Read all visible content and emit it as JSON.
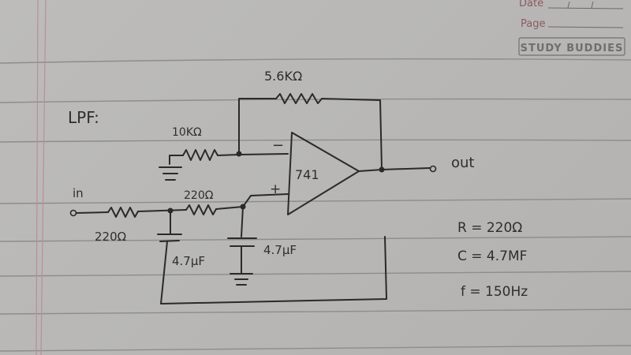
{
  "notebook": {
    "date_label": "Date",
    "page_label": "Page",
    "brand": "STUDY BUDDIES"
  },
  "diagram": {
    "title": "LPF:",
    "input_label": "in",
    "output_label": "out",
    "opamp_label": "741",
    "opamp_inverting": "−",
    "opamp_noninverting": "+",
    "feedback_resistor": "5.6KΩ",
    "ground_resistor": "10KΩ",
    "input_resistor_1": "220Ω",
    "input_resistor_2": "220Ω",
    "capacitor_1": "4.7μF",
    "capacitor_2": "4.7μF"
  },
  "notes": {
    "r_value": "R = 220Ω",
    "c_value": "C = 4.7MF",
    "f_value": "f = 150Hz"
  },
  "colors": {
    "paper": "#b9b8b6",
    "ink": "#2a2a2a",
    "rule_line": "#8e8c8c",
    "margin_line": "#b79096",
    "header_ink": "#8a5a60"
  }
}
